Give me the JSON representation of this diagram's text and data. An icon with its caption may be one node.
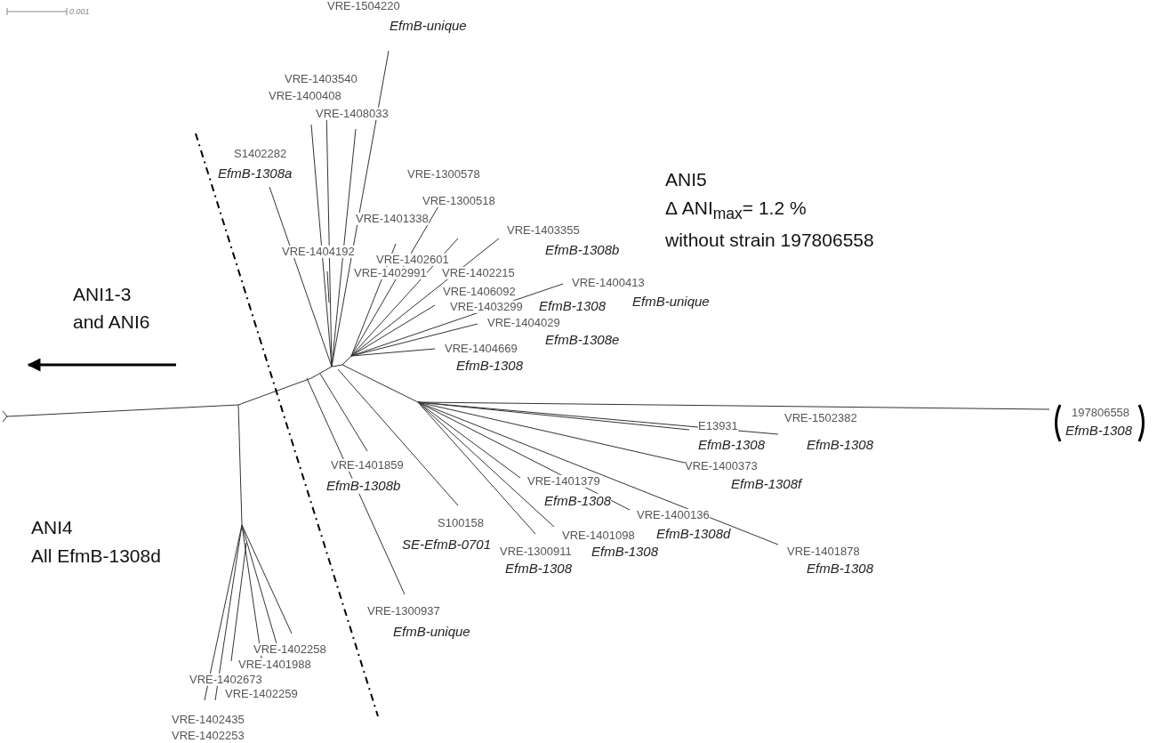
{
  "diagram": {
    "labels": [
      "0.001",
      "VRE-1504220",
      "EfmB-unique",
      "VRE-1403540",
      "VRE-1400408",
      "VRE-1408033",
      "S1402282",
      "EfmB-1308a",
      "VRE-1300578",
      "ANI5",
      "VRE-1300518",
      "Δ ANI$_{max}$= 1.2 %",
      "VRE-1401338",
      "VRE-1403355",
      "without strain 197806558",
      "VRE-1404192",
      "EfmB-1308b",
      "VRE-1402601",
      "VRE-1402991",
      "VRE-1402215",
      "VRE-1400413",
      "ANI1-3",
      "VRE-1406092",
      "VRE-1403299",
      "EfmB-1308",
      "EfmB-unique",
      "and ANI6",
      "VRE-1404029",
      "EfmB-1308e",
      "VRE-1404669",
      "EfmB-1308",
      "VRE-1502382",
      "197806558",
      "E13931",
      "EfmB-1308",
      "EfmB-1308",
      "EfmB-1308",
      "VRE-1401859",
      "VRE-1400373",
      "EfmB-1308b",
      "VRE-1401379",
      "EfmB-1308f",
      "EfmB-1308",
      "VRE-1400136",
      "S100158",
      "ANI4",
      "VRE-1401098",
      "EfmB-1308d",
      "VRE-1300911",
      "EfmB-1308",
      "VRE-1401878",
      "SE-EfmB-0701",
      "All EfmB-1308d",
      "EfmB-1308",
      "EfmB-1308",
      "VRE-1300937",
      "EfmB-unique",
      "VRE-1402258",
      "VRE-1401988",
      "VRE-1402673",
      "VRE-1402259",
      "VRE-1402435",
      "VRE-1402253"
    ]
  }
}
